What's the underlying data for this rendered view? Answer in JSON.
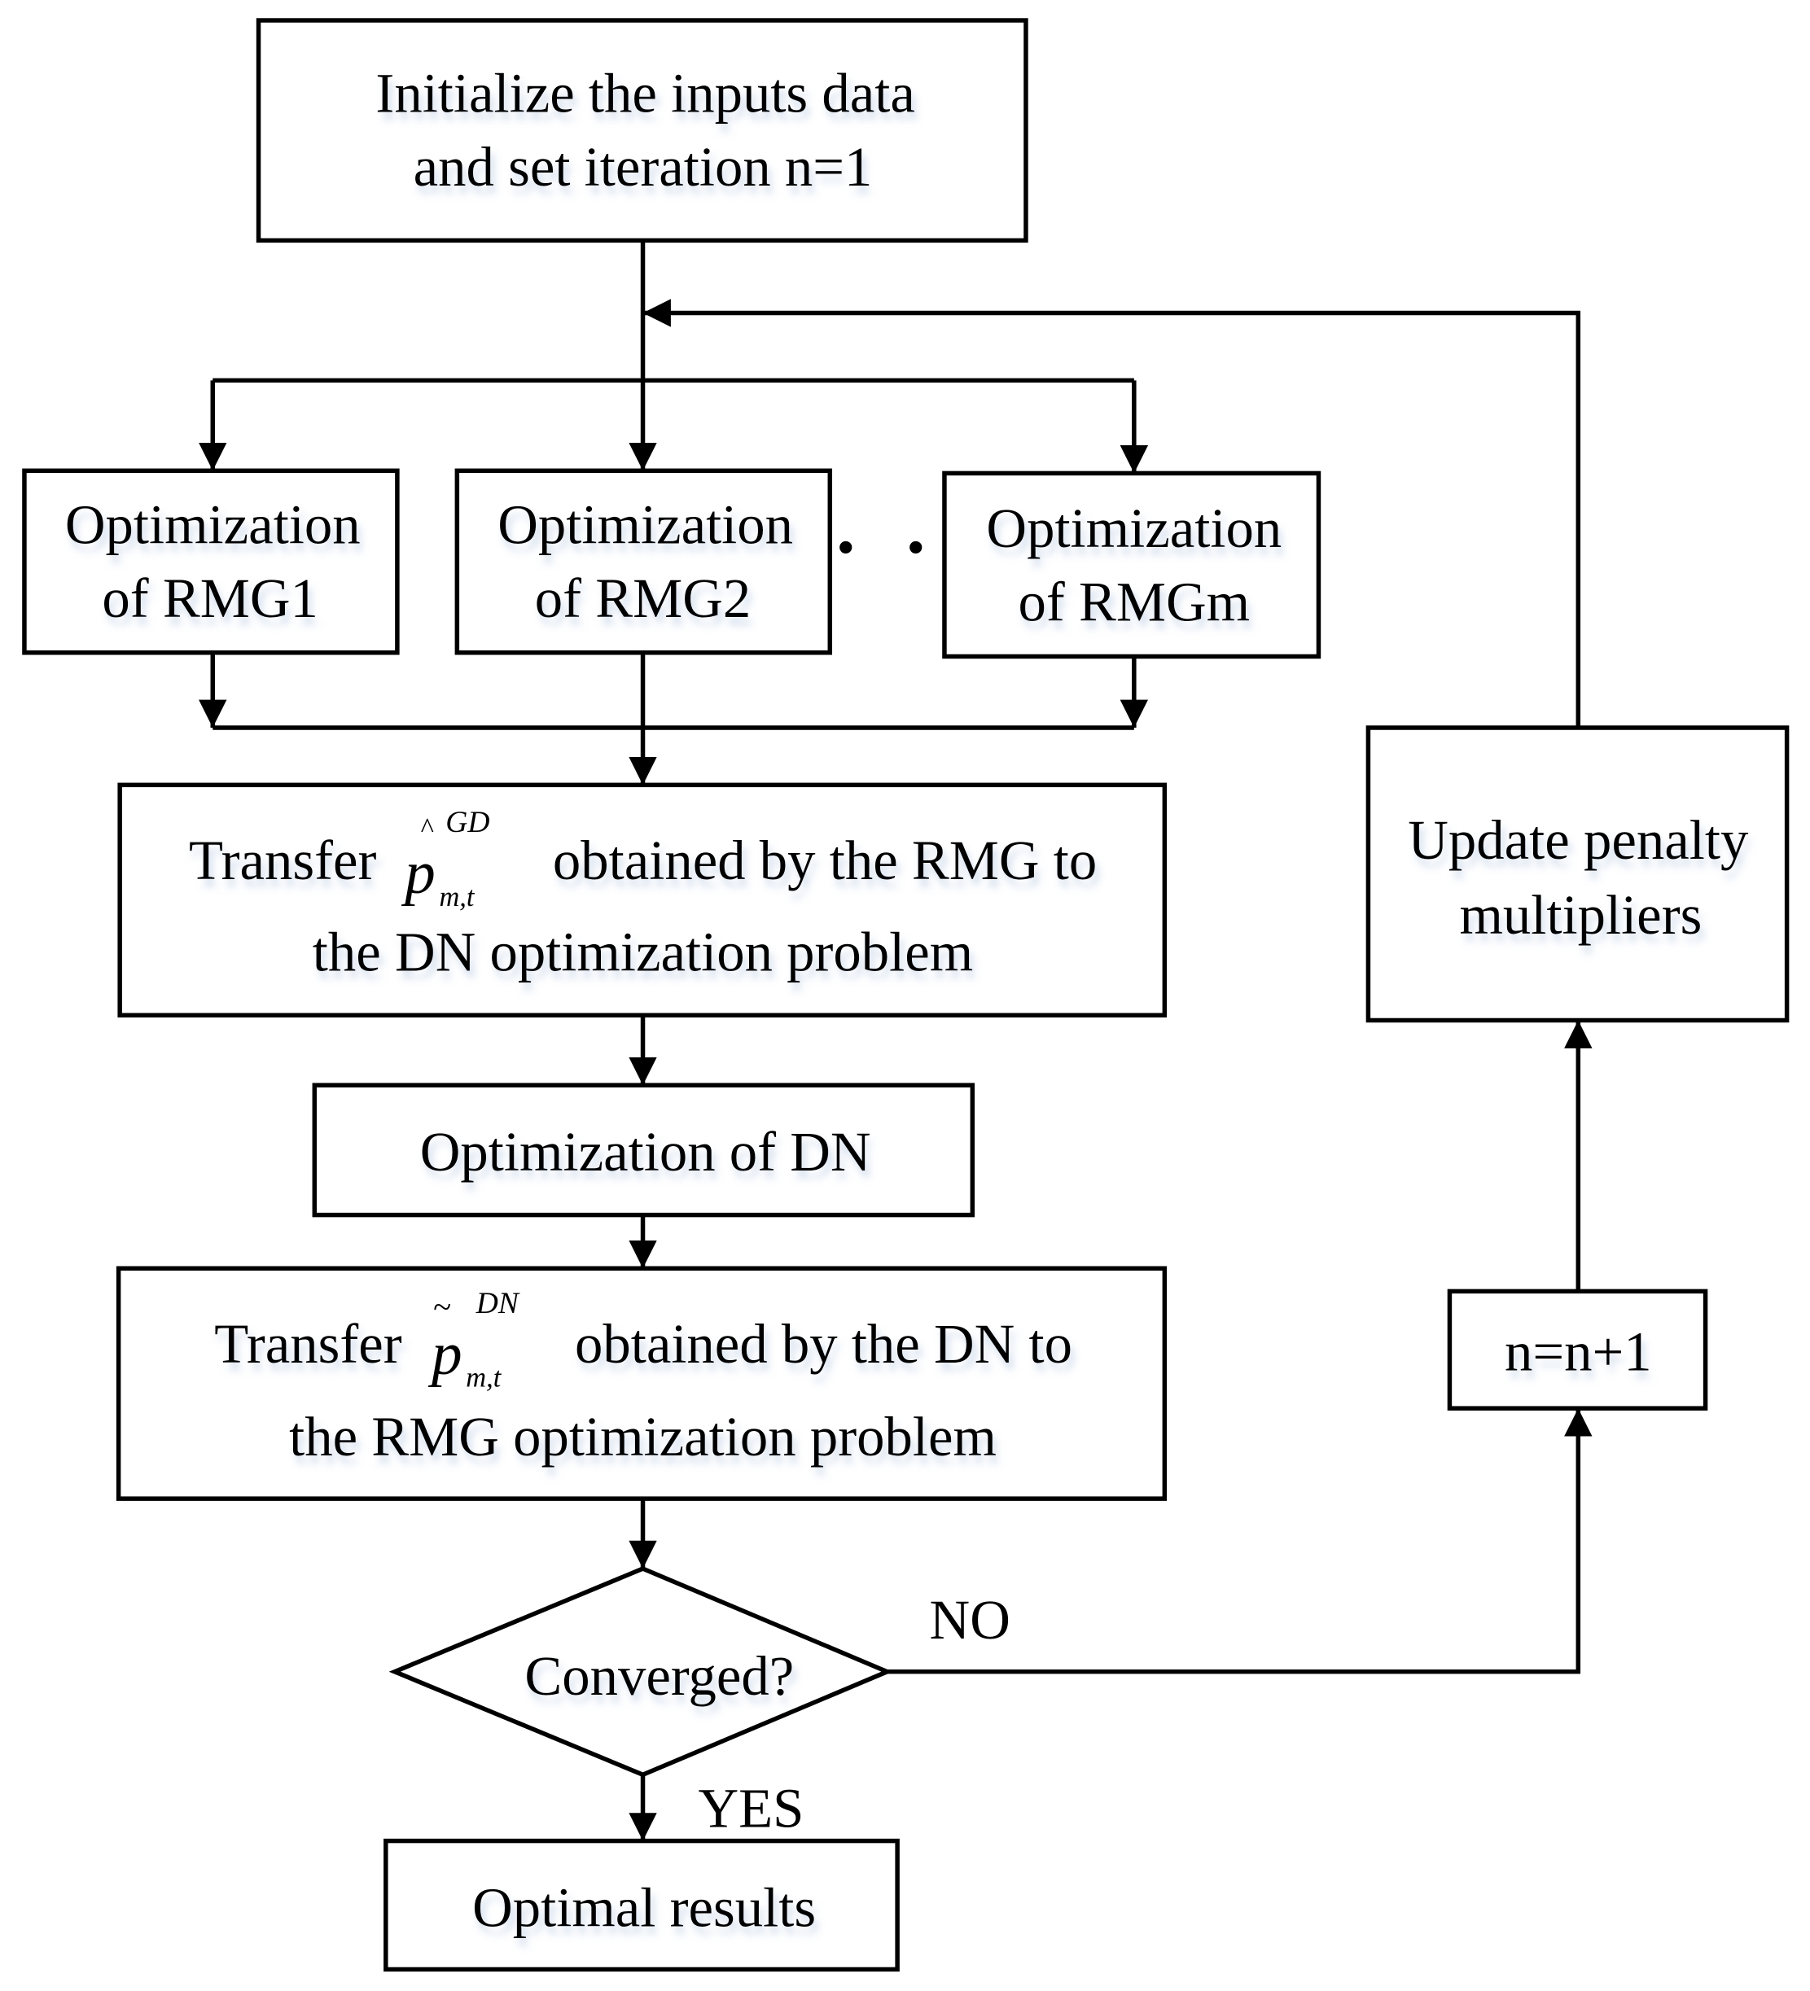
{
  "nodes": {
    "init": {
      "line1": "Initialize the inputs  data",
      "line2": "and set  iteration n=1"
    },
    "rmg1": {
      "line1": "Optimization",
      "line2": "of RMG1"
    },
    "rmg2": {
      "line1": "Optimization",
      "line2": "of RMG2"
    },
    "ellipsis": "· ·",
    "rmgm": {
      "line1": "Optimization",
      "line2": "of RMGm"
    },
    "transfer_gd": {
      "prefix": "Transfer",
      "symbol": "p",
      "accent": "^",
      "superscript": "GD",
      "subscript": "m,t",
      "suffix": "obtained by the RMG to",
      "line2": "the DN optimization problem"
    },
    "dn": {
      "label": "Optimization  of DN"
    },
    "transfer_dn": {
      "prefix": "Transfer",
      "symbol": "p",
      "accent": "~",
      "superscript": "DN",
      "subscript": "m,t",
      "suffix": "obtained by the DN to",
      "line2": "the RMG optimization problem"
    },
    "converged": {
      "label": "Converged?"
    },
    "optimal": {
      "label": "Optimal  results"
    },
    "increment": {
      "label": "n=n+1"
    },
    "update": {
      "line1": "Update penalty",
      "line2": "multipliers"
    }
  },
  "edge_labels": {
    "no": "NO",
    "yes": "YES"
  }
}
